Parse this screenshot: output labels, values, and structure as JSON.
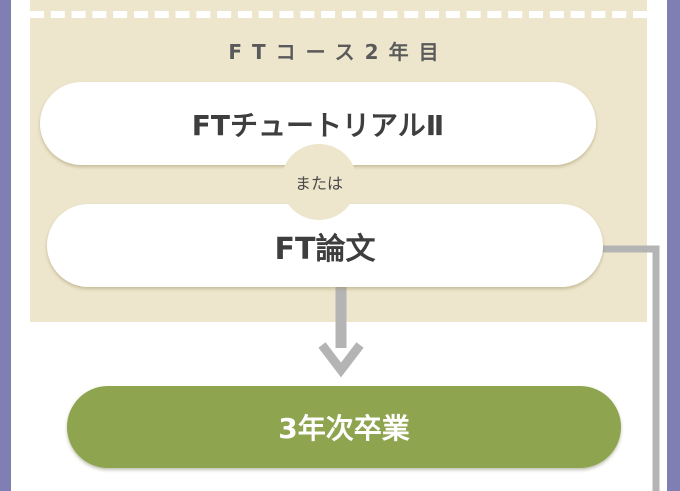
{
  "section": {
    "title": "FTコース2年目"
  },
  "options": [
    {
      "label": "FTチュートリアルⅡ"
    },
    {
      "label": "FT論文"
    }
  ],
  "connector_text": "または",
  "result": {
    "label": "3年次卒業"
  },
  "colors": {
    "outer_border": "#7f7fb3",
    "section_background": "#ede6cc",
    "pill_background": "#ffffff",
    "result_background": "#8ea44e",
    "connector_line": "#b4b4b4"
  }
}
